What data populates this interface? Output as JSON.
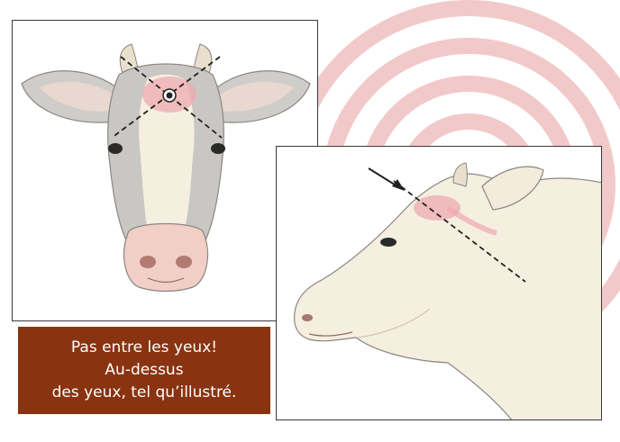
{
  "caption": {
    "line1": "Pas entre les yeux!",
    "line2": "Au-dessus",
    "line3": "des yeux, tel qu’illustré."
  },
  "colors": {
    "caption_bg": "#8a3311",
    "caption_text": "#ffffff",
    "target_rings": "#f2c9c9",
    "target_zone": "#eeaab0",
    "guide_lines": "#222222",
    "cow_gray": "#c9c7c4",
    "cow_cream": "#f5efe0",
    "muzzle_pink": "#f1cfc6"
  },
  "icons": {
    "front_target_marker": "crosshair-dot-icon",
    "side_pointer": "arrow-icon"
  }
}
